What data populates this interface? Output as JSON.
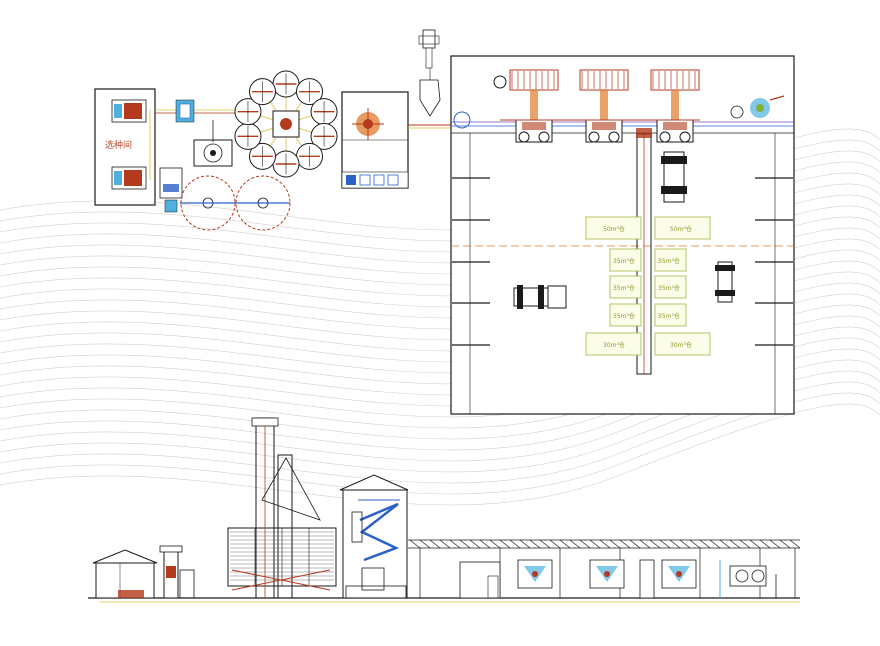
{
  "plan": {
    "room_label": "选种间",
    "bins": [
      {
        "left": "50m³仓",
        "right": "50m³仓"
      },
      {
        "left": "35m³仓",
        "right": "35m³仓"
      },
      {
        "left": "35m³仓",
        "right": "35m³仓"
      },
      {
        "left": "35m³仓",
        "right": "35m³仓"
      },
      {
        "left": "30m³仓",
        "right": "30m³仓"
      }
    ]
  },
  "colors": {
    "line": "#1a1a1a",
    "red": "#b33a1c",
    "orange": "#e07a2a",
    "yellow": "#d8c23a",
    "blue": "#2a62c9",
    "cyan": "#4fb0e0",
    "green": "#7fae3a",
    "purple": "#6b4bb8",
    "bin_fill": "#fbfde9",
    "bin_stroke": "#9dbb3c",
    "bg_lines": "#c8c8c8"
  }
}
